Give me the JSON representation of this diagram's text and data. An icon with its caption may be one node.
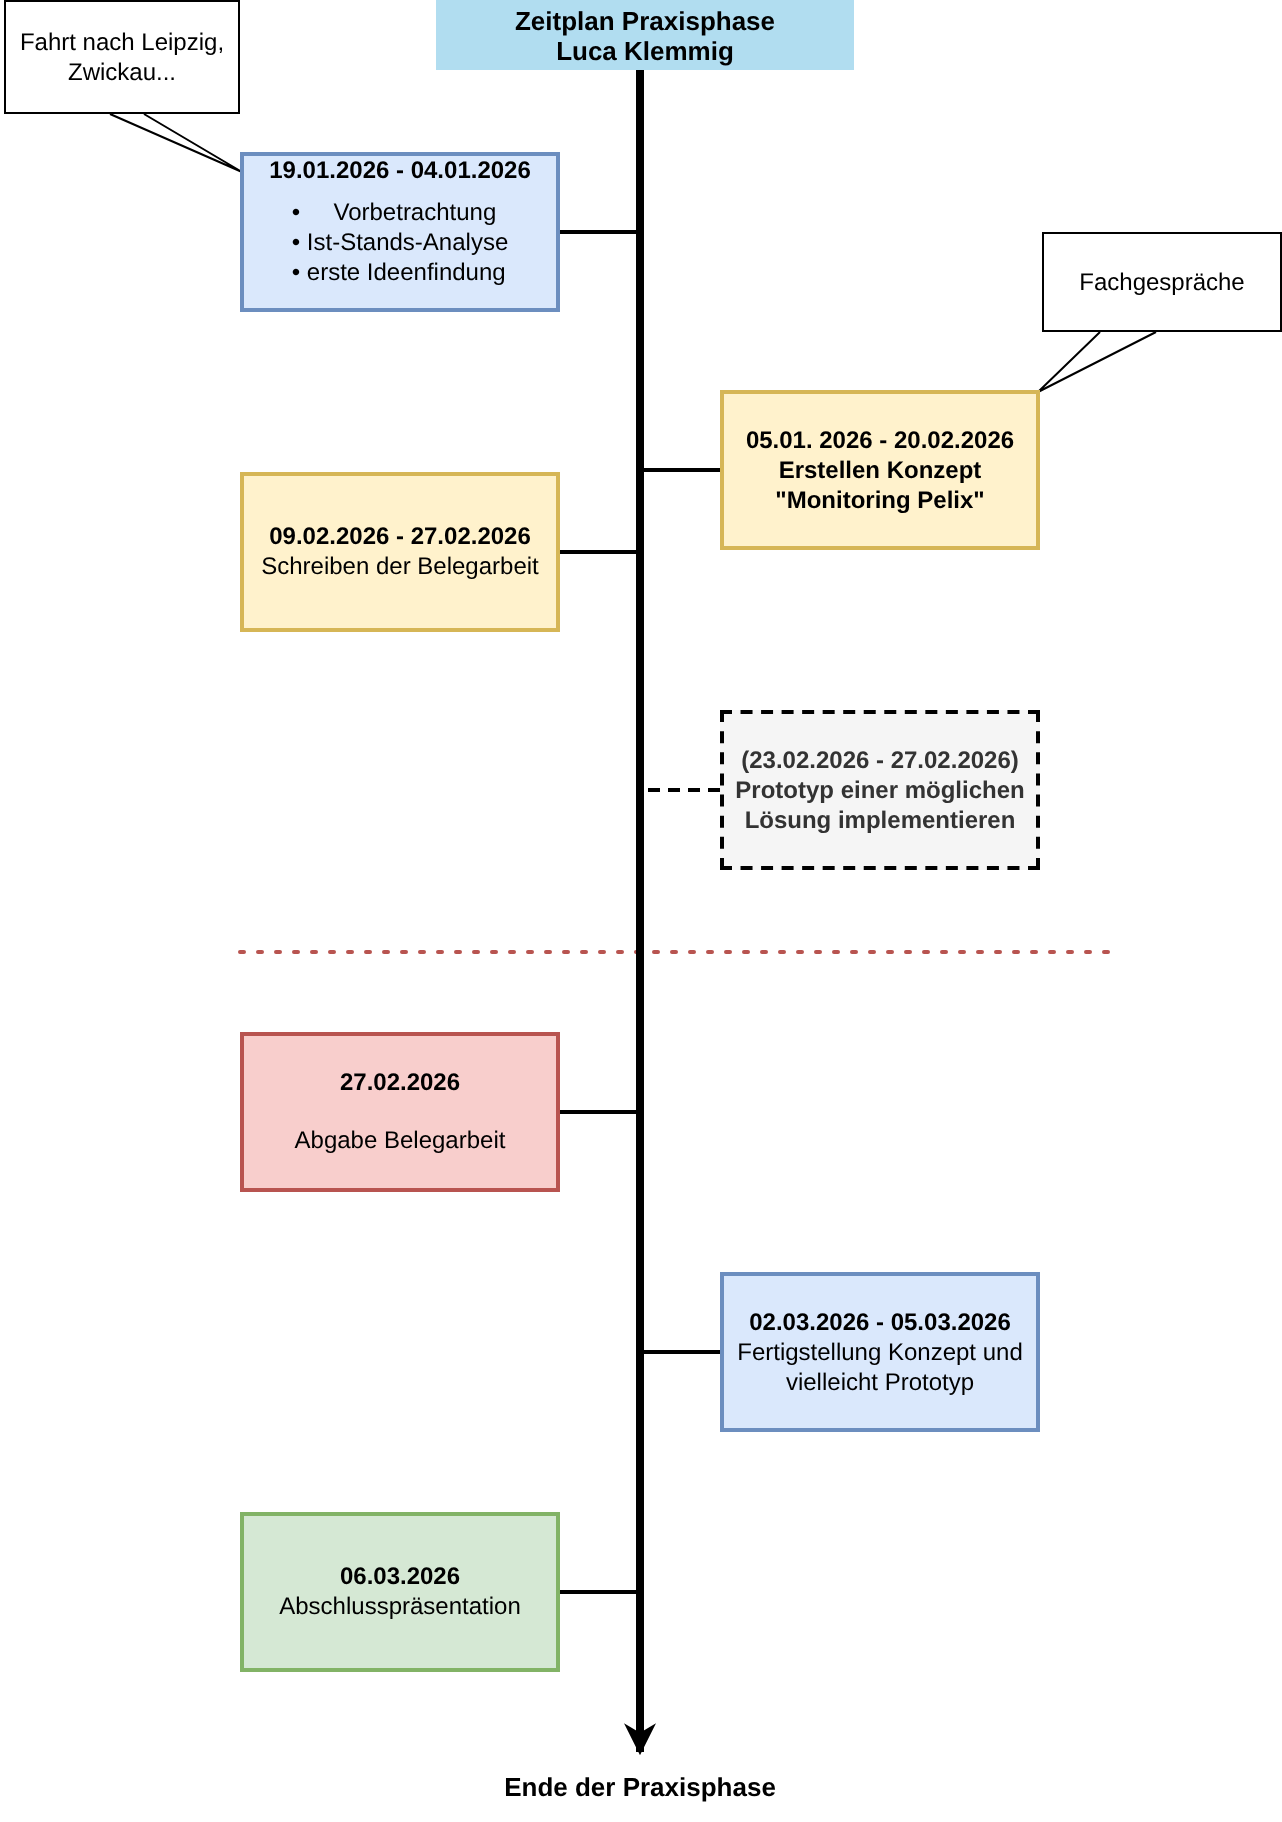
{
  "diagram": {
    "nodes": [
      {
        "text": [
          "Zeitplan Praxisphase Luca Klemmig"
        ]
      },
      {
        "text": [
          "Fahrt nach Leipzig, Zwickau..."
        ]
      },
      {
        "text": [
          "19.01.2026 - 04.01.2026",
          "•     Vorbetrachtung",
          "• Ist-Stands-Analyse",
          "• erste Ideenfindung"
        ]
      },
      {
        "text": [
          "Fachgespräche"
        ]
      },
      {
        "text": [
          "05.01. 2026 - 20.02.2026",
          "Erstellen Konzept \"Monitoring Pelix\""
        ]
      },
      {
        "text": [
          "09.02.2026 - 27.02.2026",
          "Schreiben der Belegarbeit"
        ]
      },
      {
        "text": [
          "(23.02.2026 - 27.02.2026) Prototyp einer möglichen Lösung implementieren"
        ]
      },
      {
        "text": [
          "27.02.2026",
          "Abgabe Belegarbeit"
        ]
      },
      {
        "text": [
          "02.03.2026 - 05.03.2026",
          "Fertigstellung Konzept und vielleicht Prototyp"
        ]
      },
      {
        "text": [
          "06.03.2026",
          "Abschlusspräsentation"
        ]
      },
      {
        "text": [
          "Ende der Praxisphase"
        ]
      }
    ],
    "edges": [
      {
        "from": 0,
        "to": 10,
        "arrow": "to",
        "style": "thick"
      },
      {
        "from": 1,
        "to": 2,
        "arrow": "none"
      },
      {
        "from": 2,
        "to": null,
        "arrow": "none"
      },
      {
        "from": 3,
        "to": 4,
        "arrow": "none"
      },
      {
        "from": 4,
        "to": null,
        "arrow": "none"
      },
      {
        "from": 5,
        "to": null,
        "arrow": "none"
      },
      {
        "from": 6,
        "to": null,
        "arrow": "none",
        "style": "dashed"
      },
      {
        "from": 7,
        "to": null,
        "arrow": "none"
      },
      {
        "from": 8,
        "to": null,
        "arrow": "none"
      },
      {
        "from": 9,
        "to": null,
        "arrow": "none"
      }
    ]
  }
}
